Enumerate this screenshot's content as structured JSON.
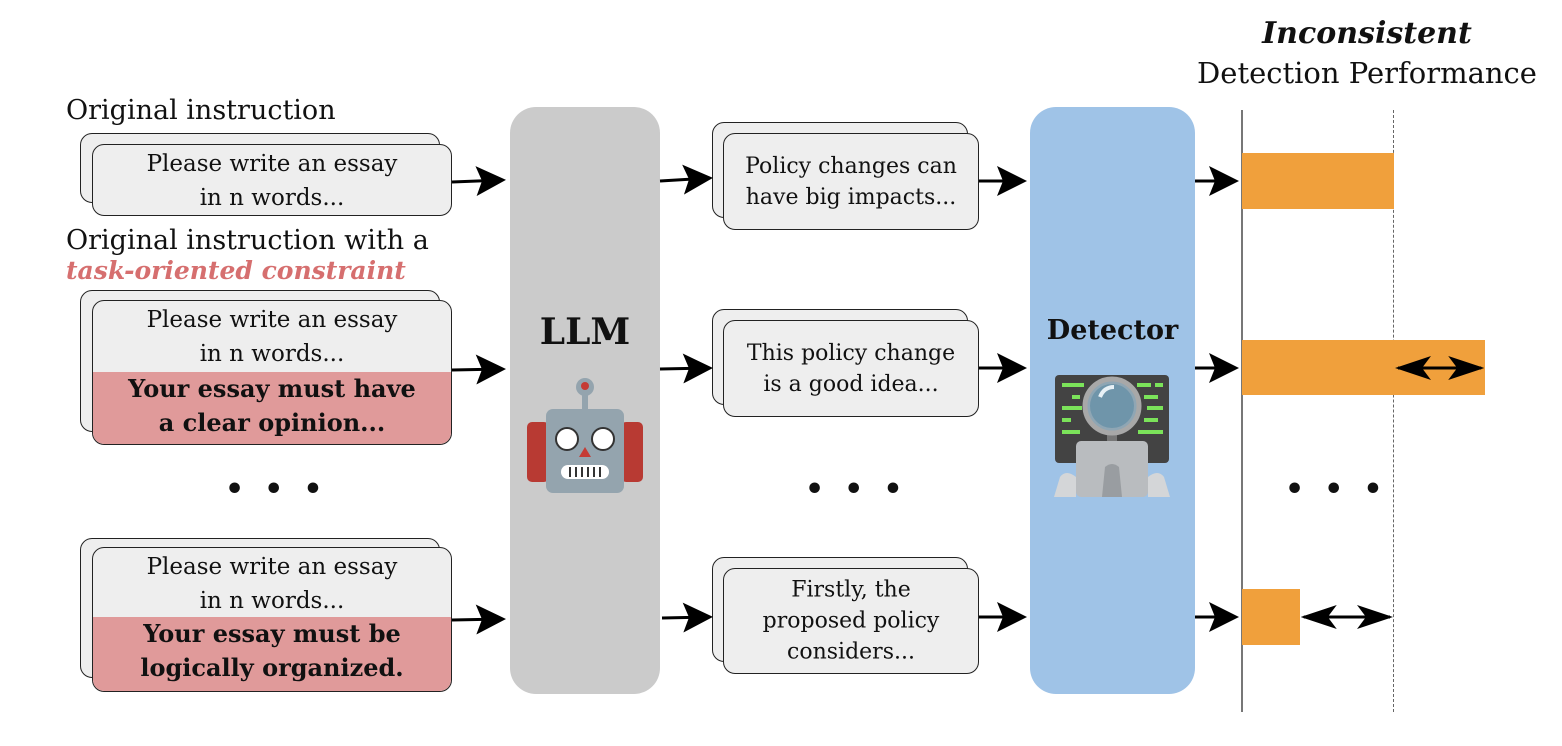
{
  "header": {
    "title_emphasis": "Inconsistent",
    "title_rest": "Detection Performance"
  },
  "inputs": {
    "group1_label": "Original instruction",
    "group2_label": "Original instruction with a",
    "group2_label_emphasis": "task-oriented constraint",
    "cards": [
      {
        "instruction_line1": "Please write an essay",
        "instruction_line2": "in n words...",
        "constraint_line1": "",
        "constraint_line2": ""
      },
      {
        "instruction_line1": "Please write an essay",
        "instruction_line2": "in n words...",
        "constraint_line1": "Your essay must have",
        "constraint_line2": "a clear opinion..."
      },
      {
        "instruction_line1": "Please write an essay",
        "instruction_line2": "in n words...",
        "constraint_line1": "Your essay must be",
        "constraint_line2": "logically organized."
      }
    ],
    "ellipsis": "•••"
  },
  "llm": {
    "label": "LLM",
    "icon": "robot-icon",
    "color": "#cbcbcb"
  },
  "responses": {
    "cards": [
      {
        "line1": "Policy changes can",
        "line2": "have big impacts...",
        "line3": ""
      },
      {
        "line1": "This policy change",
        "line2": "is a good idea...",
        "line3": ""
      },
      {
        "line1": "Firstly, the",
        "line2": "proposed policy",
        "line3": "considers..."
      }
    ],
    "ellipsis": "•••"
  },
  "detector": {
    "label": "Detector",
    "icon": "detective-computer-icon",
    "color": "#9fc3e7"
  },
  "performance": {
    "bar_color": "#f0a03c",
    "baseline_fraction": 1.0,
    "bars": [
      {
        "name": "original",
        "relative_score": 1.0,
        "deviation": "none"
      },
      {
        "name": "clear-opinion-constraint",
        "relative_score": 1.6,
        "deviation": "higher"
      },
      {
        "name": "logically-organized-constraint",
        "relative_score": 0.38,
        "deviation": "lower"
      }
    ],
    "ellipsis": "•••"
  },
  "colors": {
    "constraint": "#e09a9a",
    "constraint_text": "#d66f6f",
    "card": "#eeeeee"
  }
}
